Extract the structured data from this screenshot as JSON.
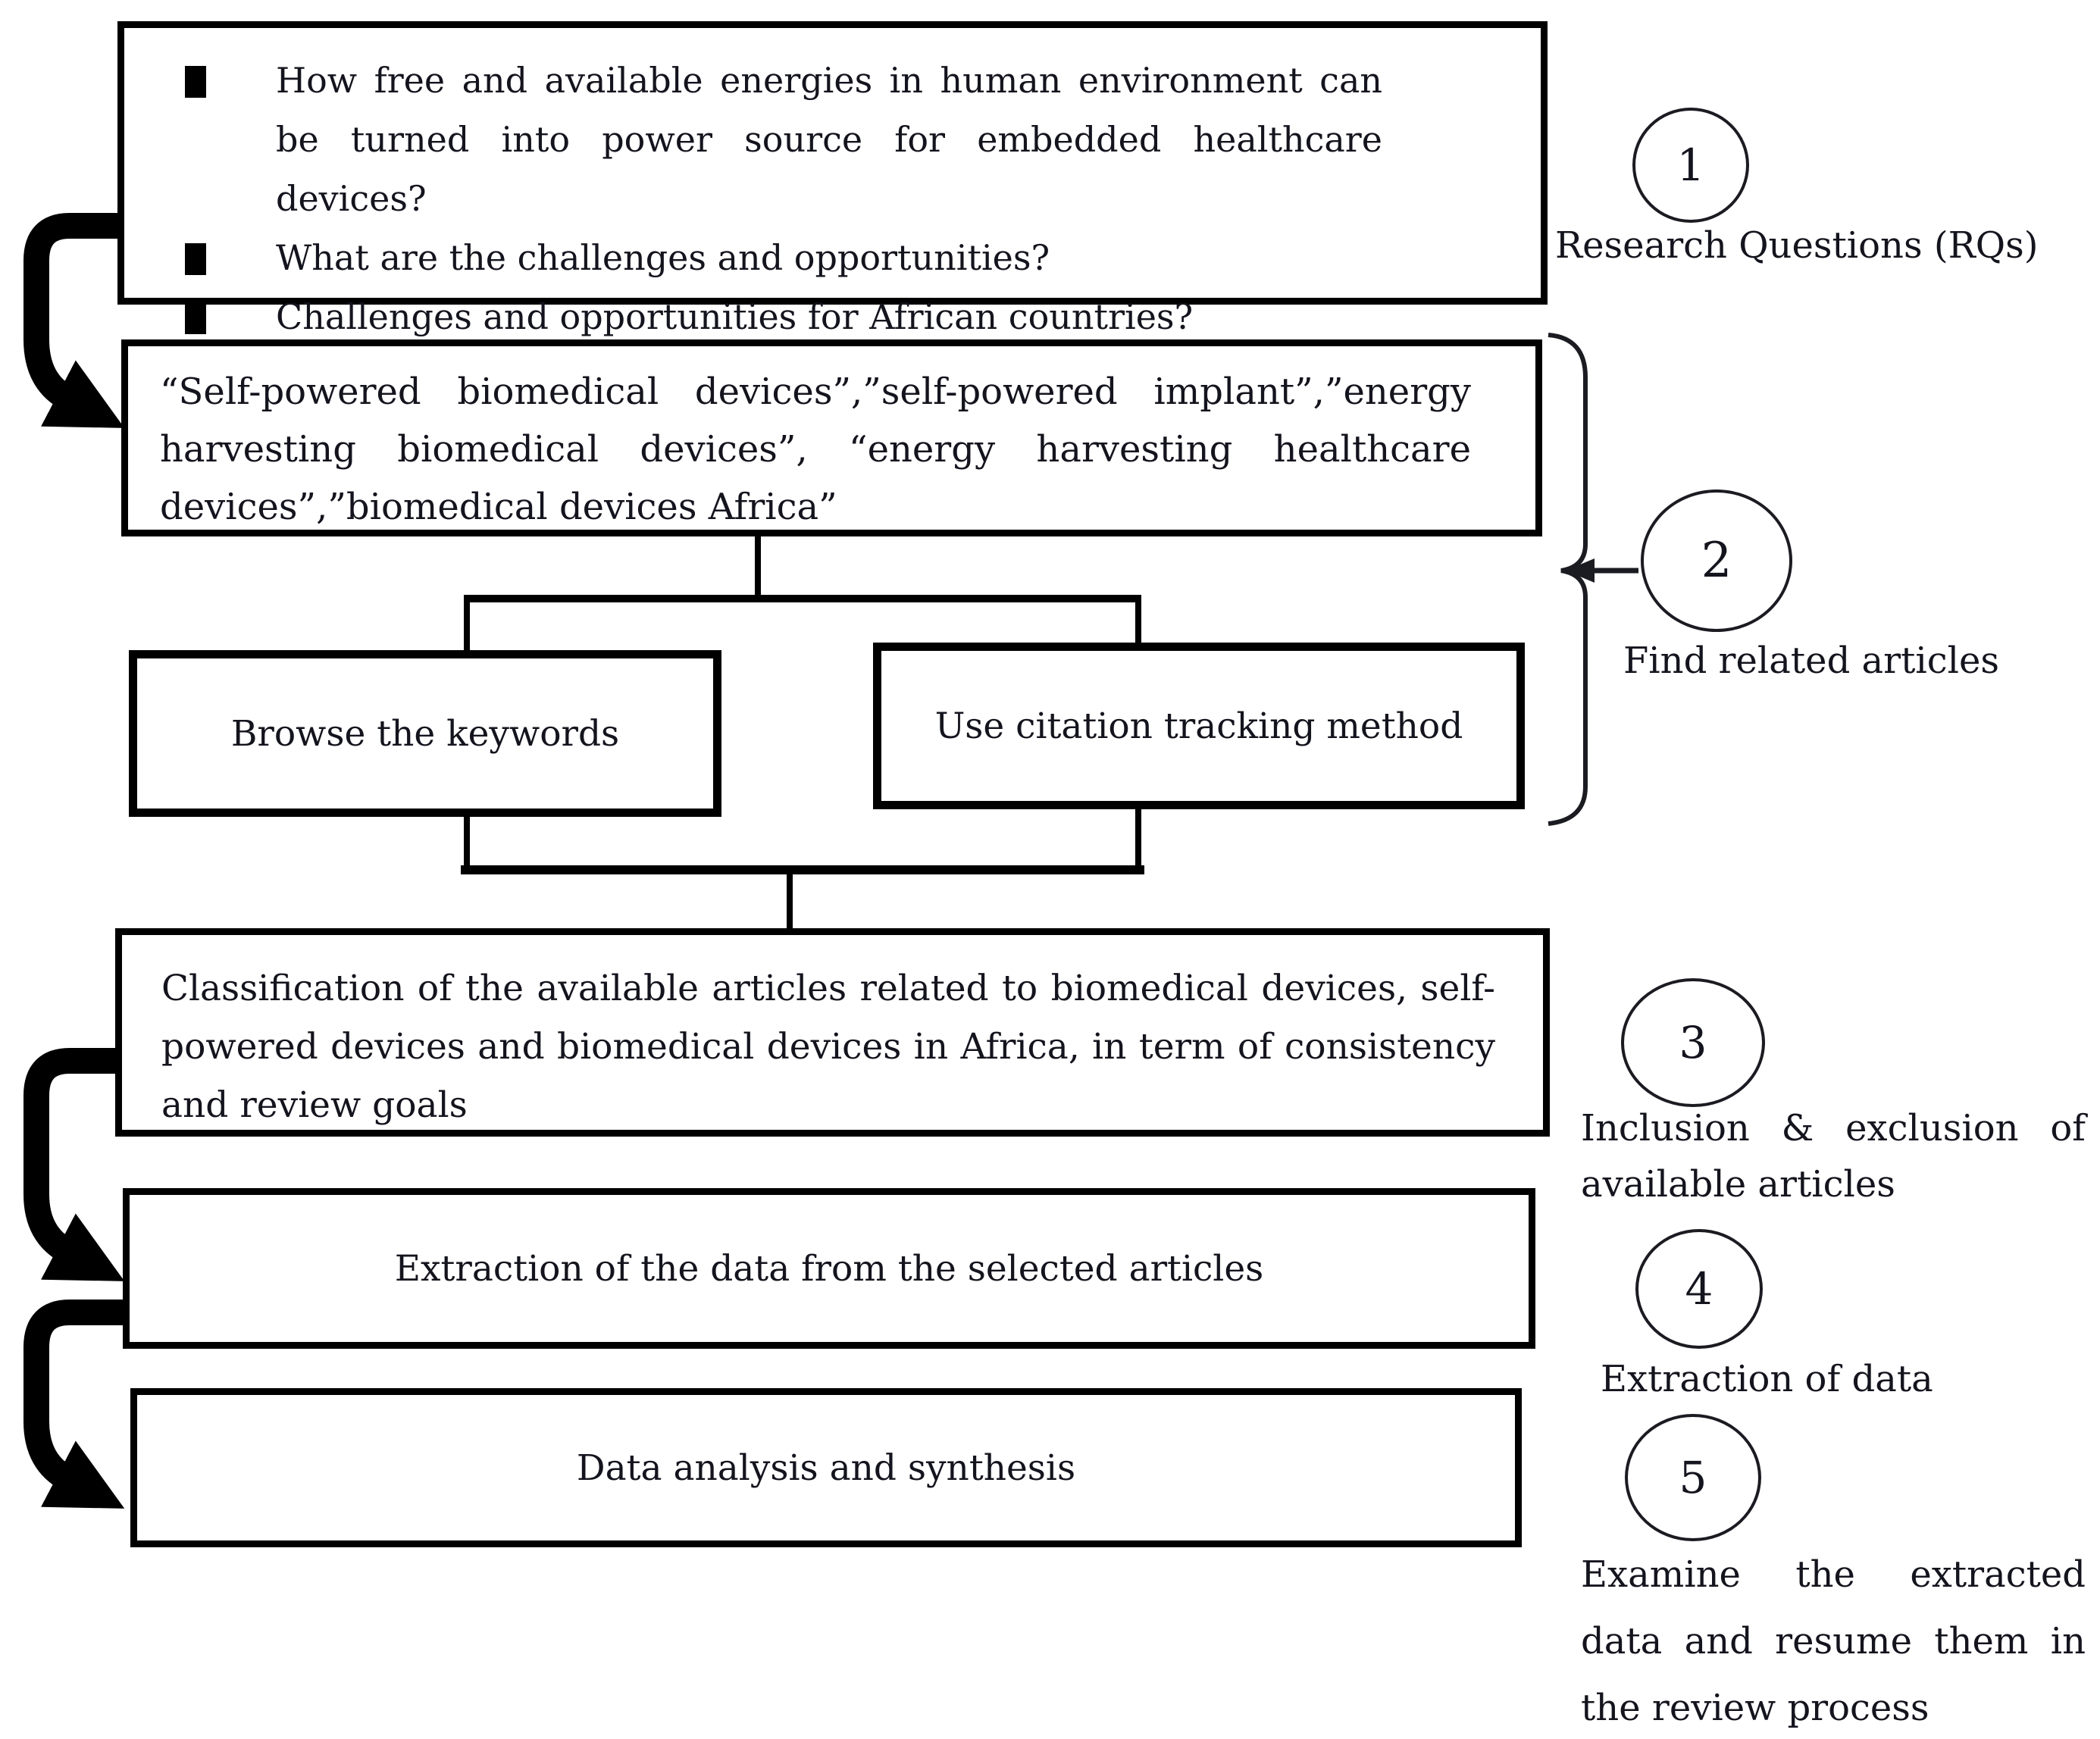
{
  "diagram": {
    "colors": {
      "ink": "#14141e",
      "line": "#000000",
      "background": "#ffffff"
    },
    "rq_box": {
      "bullets": [
        "How free and available energies in human environment can be turned into power source for embedded healthcare devices?",
        "What are the challenges and opportunities?",
        "Challenges and opportunities for African countries?"
      ]
    },
    "keywords_box": {
      "text": "“Self-powered biomedical devices”,”self-powered implant”,”energy harvesting biomedical devices”, “energy harvesting healthcare devices”,”biomedical devices Africa”"
    },
    "browse_box": {
      "label": "Browse the keywords"
    },
    "citation_box": {
      "label": "Use citation tracking method"
    },
    "classification_box": {
      "text": "Classification of the available articles related to biomedical devices, self-powered devices and biomedical devices in Africa, in term of consistency and review goals"
    },
    "extraction_box": {
      "label": "Extraction of the data from the selected articles"
    },
    "analysis_box": {
      "label": "Data analysis and synthesis"
    },
    "steps": [
      {
        "number": "1",
        "lines": [
          "Research Questions (RQs)"
        ]
      },
      {
        "number": "2",
        "lines": [
          "Find related articles"
        ]
      },
      {
        "number": "3",
        "lines": [
          "Inclusion & exclusion of",
          "available articles"
        ]
      },
      {
        "number": "4",
        "lines": [
          "Extraction of data"
        ]
      },
      {
        "number": "5",
        "lines": [
          "Examine the extracted",
          "data and resume them in",
          "the review process"
        ]
      }
    ]
  }
}
